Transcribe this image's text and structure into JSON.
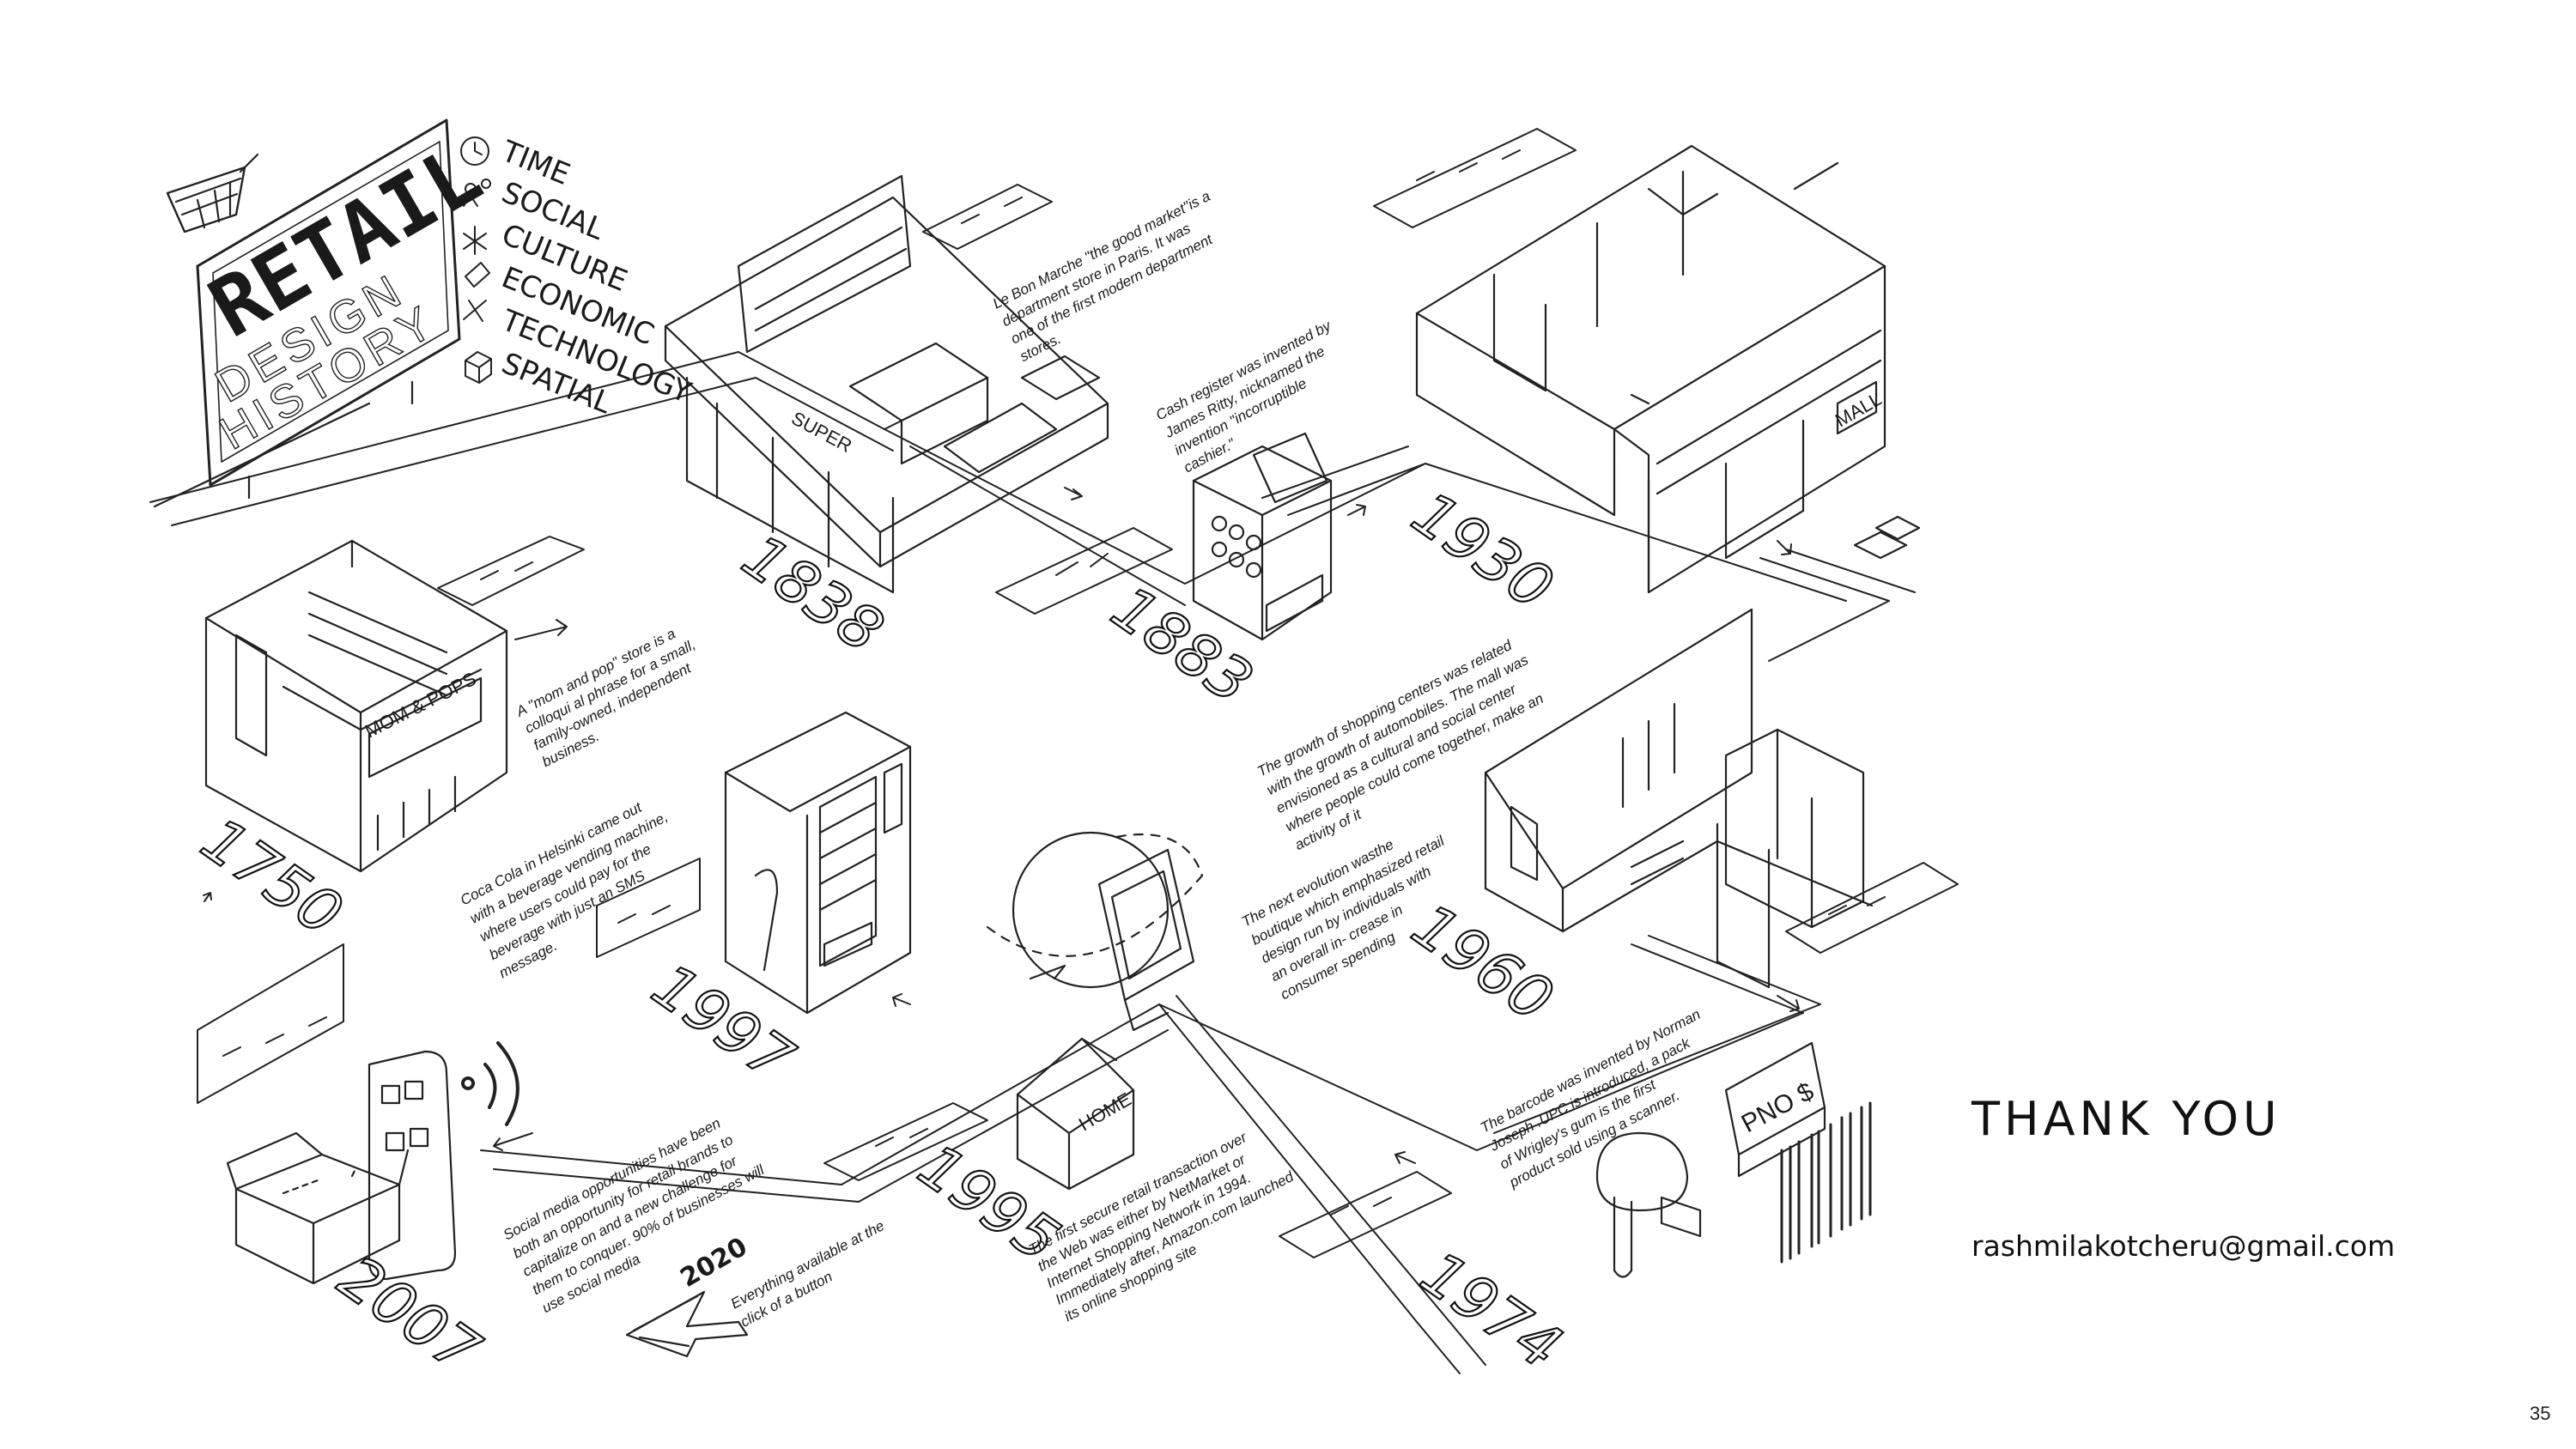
{
  "diagram": {
    "title": {
      "main": "RETAIL",
      "line2": "DESIGN",
      "line3": "HISTORY"
    },
    "legend": [
      {
        "label": "TIME",
        "icon": "clock-icon"
      },
      {
        "label": "SOCIAL",
        "icon": "people-icon"
      },
      {
        "label": "CULTURE",
        "icon": "asterisk-icon"
      },
      {
        "label": "ECONOMIC",
        "icon": "money-icon"
      },
      {
        "label": "TECHNOLOGY",
        "icon": "tools-icon"
      },
      {
        "label": "SPATIAL",
        "icon": "cube-icon"
      }
    ],
    "store_signs": {
      "mom_pops": "MOM & POPS",
      "super": "SUPER",
      "mall": "MALL",
      "home": "HOME",
      "register": "PNO $"
    },
    "milestones": [
      {
        "year": "1750",
        "text": "A \"mom and pop\" store is a colloqui al phrase for a small, family-owned, independent business."
      },
      {
        "year": "1838",
        "text": "Le Bon Marche \"the good market\"is a department store in Paris. It was one of the first modern department stores."
      },
      {
        "year": "1883",
        "text": "Cash register was invented by James Ritty, nicknamed the invention \"incorruptible cashier.\""
      },
      {
        "year": "1930",
        "text": "The growth of shopping centers was related with the growth of automobiles. The mall was envisioned as a cultural and social center where people could come together, make an activity of it"
      },
      {
        "year": "1960",
        "text": "The next evolution wasthe boutique which emphasized retail design run by individuals with an overall in- crease in consumer spending"
      },
      {
        "year": "1974",
        "text": "The barcode was invented by Norman Joseph .UPC is introduced, a pack of Wrigley's gum is the first product sold using a scanner."
      },
      {
        "year": "1995",
        "text": "The first secure retail transaction over the Web was either by NetMarket or Internet Shopping Network in 1994. Immediately after, Amazon.com launched its online shopping site"
      },
      {
        "year": "1997",
        "text": "Coca Cola in Helsinki came out with a beverage vending machine, where users could pay for the beverage with just an SMS message."
      },
      {
        "year": "2007",
        "text": "Social media opportunities have been both an opportunity for retail brands to capitalize on and a new challenge for them to conquer. 90% of businesses will use social media"
      },
      {
        "year": "2020",
        "text": "Everything available at the click of a button"
      }
    ]
  },
  "closing": {
    "thank_you": "THANK YOU",
    "email": "rashmilakotcheru@gmail.com"
  },
  "page_number": "35"
}
